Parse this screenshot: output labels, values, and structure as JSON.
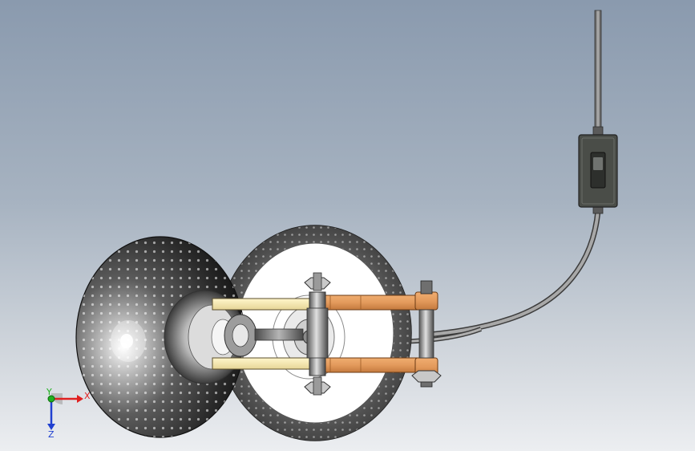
{
  "viewport": {
    "background_top": "#8a9aae",
    "background_bottom": "#eceef1"
  },
  "triad": {
    "x_label": "X",
    "y_label": "Y",
    "z_label": "Z",
    "x_color": "#e02020",
    "y_color": "#1fb01f",
    "z_color": "#2040d0"
  },
  "model": {
    "parts": [
      "spherical-reflector",
      "wheel-tire",
      "wheel-hub",
      "upper-clamp-bar",
      "lower-clamp-bar",
      "upper-bracket-plate",
      "lower-bracket-plate",
      "rear-bracket-block",
      "pivot-post",
      "wing-nut",
      "power-cable",
      "inline-switch",
      "plug-rod"
    ],
    "colors": {
      "metal": "#7a7a7a",
      "copper": "#e39a5c",
      "cream": "#f3e6b0",
      "switch_body": "#4a4d48",
      "cable": "#7d7d7d"
    }
  }
}
